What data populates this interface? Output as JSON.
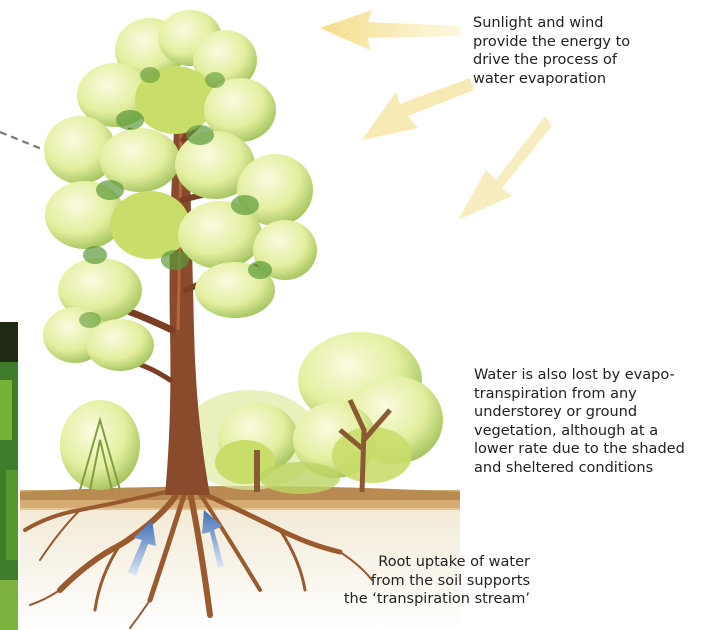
{
  "captions": {
    "sunlight_wind": "Sunlight and wind\nprovide the energy to\ndrive the process of\nwater evaporation",
    "understorey": "Water is also lost by evapo-\ntranspiration from any\nunderstorey or ground\nvegetation, although at a\nlower rate due to the shaded\nand sheltered conditions",
    "root_uptake": "Root uptake of water\nfrom the soil supports\nthe ‘transpiration stream’"
  },
  "colors": {
    "foliage_light": "#eef3b8",
    "foliage_mid": "#c9dd6a",
    "foliage_dark": "#5d9a3a",
    "trunk": "#8a4a2c",
    "soil": "#c9985f",
    "sun_arrow": "#f6e6a4",
    "root_arrow": "#4f7fc0"
  }
}
